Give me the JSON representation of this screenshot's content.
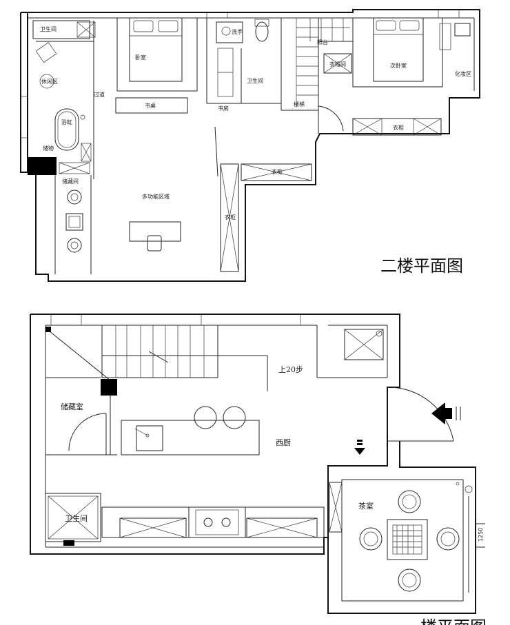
{
  "upper_floor": {
    "title": "二楼平面图",
    "rooms": {
      "bedroom_left": "卧室",
      "bedroom_right": "次卧室",
      "study": "书房",
      "bath_left": "卫生间",
      "bath_center": "卫生间",
      "leisure": "休闲区",
      "tub": "浴缸",
      "wardrobe_center": "衣柜",
      "wardrobe_right": "衣柜",
      "balcony": "阳台",
      "corridor": "过道",
      "cabinet": "储物",
      "closet": "衣帽间",
      "stair": "楼梯",
      "desk": "书桌",
      "hall": "多功能区域",
      "pantry": "储藏间",
      "rack": "衣柜",
      "lavatory": "洗手",
      "makeup": "化妆区"
    }
  },
  "ground_floor": {
    "title": "一楼平面图",
    "rooms": {
      "storage": "储藏室",
      "kitchen": "西厨",
      "stairs_note": "上20步",
      "tea_room": "茶室",
      "bathroom": "卫生间",
      "dimension": "1250"
    }
  }
}
